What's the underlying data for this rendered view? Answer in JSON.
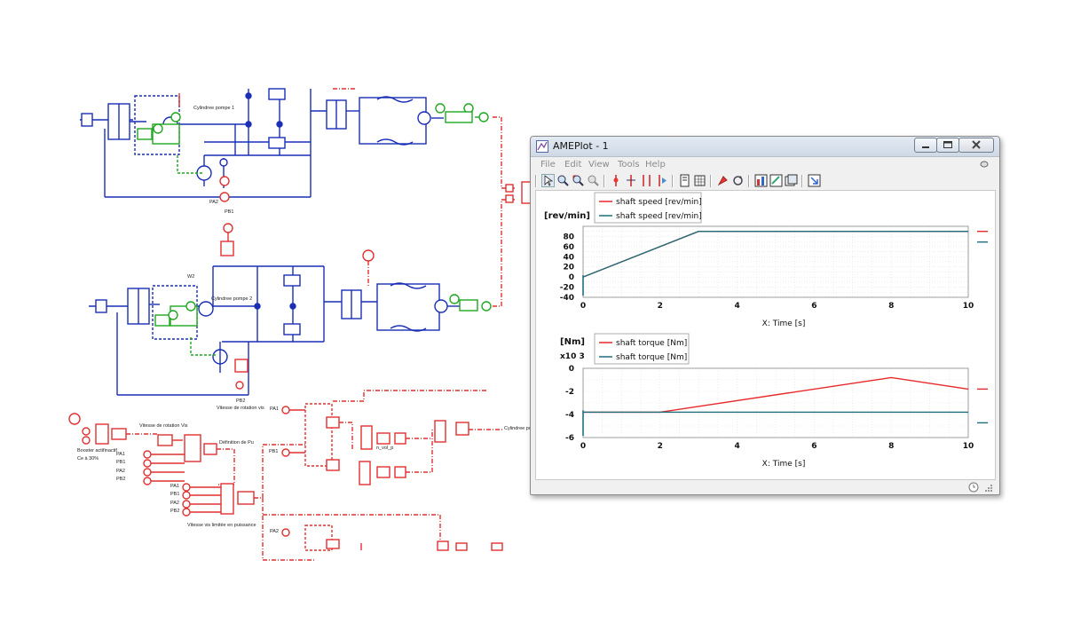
{
  "diagram": {
    "labels": {
      "cyl1": "Cylindree pompe 1",
      "cyl2": "Cylindree pompe 2",
      "pa2_top": "PA2",
      "pb1_top": "PB1",
      "pb2_mid": "PB2",
      "w2": "W2",
      "vitesse_vis": "Vitesse de rotation vis",
      "vitesse_vis2": "Vitesse de rotation Vis",
      "definition_pu": "Définition de Pu",
      "booster": "Booster actifinactif",
      "ce30": "Ce à 30%",
      "vitesse_limitee": "Vitesse vis limitée en puissance",
      "cyl_pompe_out": "Cylindree pom",
      "n_vol_p": "n_vol_p",
      "pa1": "PA1",
      "pb1": "PB1",
      "pa2": "PA2",
      "pb2": "PB2",
      "pa1b": "PA1",
      "pb1b": "PB1",
      "pa2b": "PA2",
      "pb2b": "PB2",
      "pa1c": "PA1",
      "pb1c": "PB1",
      "pa2c": "PA2"
    }
  },
  "window": {
    "title": "AMEPlot - 1",
    "menu": [
      "File",
      "Edit",
      "View",
      "Tools",
      "Help"
    ],
    "toolbar_icons": [
      "select-arrow-icon",
      "zoom-in-icon",
      "zoom-fit-icon",
      "zoom-out-icon",
      "cursor-red-icon",
      "cursor-cross-icon",
      "cursor-two-icon",
      "cursor-play-icon",
      "page-icon",
      "grid-icon",
      "marker-icon",
      "refresh-icon",
      "chart-icon",
      "chart-edit-icon",
      "chart-copy-icon",
      "export-icon"
    ]
  },
  "chart_data": [
    {
      "type": "line",
      "ylabel": "[rev/min]",
      "xlabel": "X: Time [s]",
      "xlim": [
        0,
        10
      ],
      "ylim": [
        -40,
        100
      ],
      "xticks": [
        0,
        2,
        4,
        6,
        8,
        10
      ],
      "yticks": [
        -40,
        -20,
        0,
        20,
        40,
        60,
        80
      ],
      "grid": true,
      "legend": "top-left",
      "series": [
        {
          "name": "shaft speed [rev/min]",
          "color": "#e8292b",
          "x": [
            0,
            3,
            10
          ],
          "y": [
            0,
            90,
            90
          ]
        },
        {
          "name": "shaft speed [rev/min]",
          "color": "#1f6f7a",
          "x": [
            0,
            3,
            10
          ],
          "y": [
            0,
            90,
            90
          ]
        }
      ]
    },
    {
      "type": "line",
      "ylabel": "[Nm]",
      "multiplier": "x10 3",
      "xlabel": "X: Time [s]",
      "xlim": [
        0,
        10
      ],
      "ylim": [
        -6,
        0
      ],
      "xticks": [
        0,
        2,
        4,
        6,
        8,
        10
      ],
      "yticks": [
        -6,
        -4,
        -2,
        0
      ],
      "grid": true,
      "legend": "top-left",
      "series": [
        {
          "name": "shaft torque [Nm]",
          "color": "#e8292b",
          "x": [
            0,
            2,
            8,
            10
          ],
          "y": [
            -3.8,
            -3.8,
            -0.8,
            -1.8
          ]
        },
        {
          "name": "shaft torque [Nm]",
          "color": "#1f6f7a",
          "x": [
            0,
            10
          ],
          "y": [
            -3.8,
            -3.8
          ]
        }
      ]
    }
  ]
}
